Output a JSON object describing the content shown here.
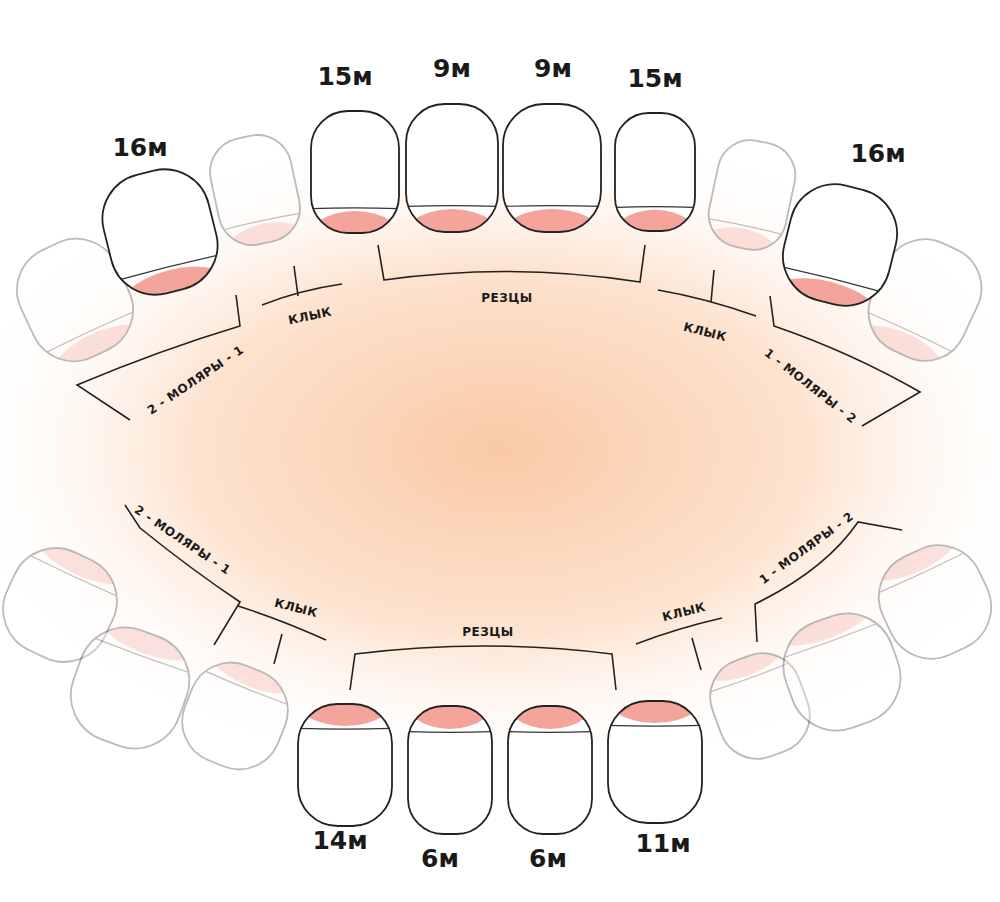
{
  "diagram": {
    "labels": [
      "16м",
      "15м",
      "9м",
      "9м",
      "15м",
      "16м",
      "КЛЫК",
      "РЕЗЦЫ",
      "КЛЫК",
      "2 - МОЛЯРЫ - 1",
      "1 - МОЛЯРЫ - 2",
      "2 - МОЛЯРЫ - 1",
      "КЛЫК",
      "РЕЗЦЫ",
      "КЛЫК",
      "1 - МОЛЯРЫ - 2",
      "14м",
      "6м",
      "6м",
      "11м"
    ]
  }
}
